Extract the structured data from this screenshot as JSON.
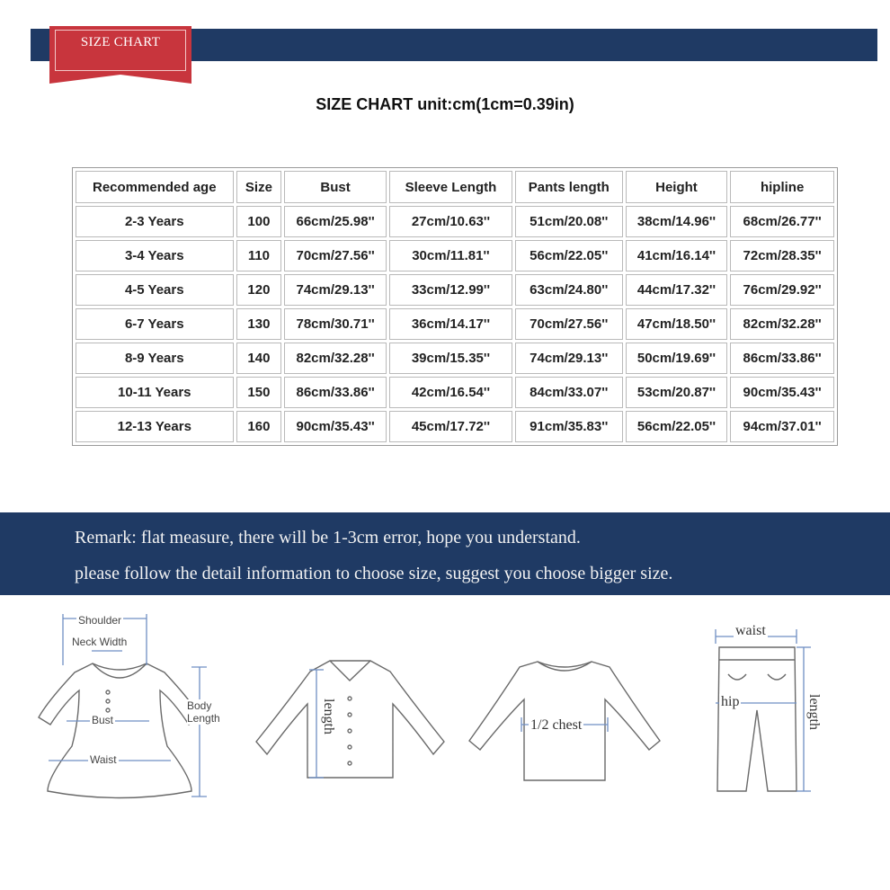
{
  "banner": {
    "ribbon_label": "SIZE CHART"
  },
  "title": "SIZE CHART unit:cm(1cm=0.39in)",
  "table": {
    "headers": [
      "Recommended age",
      "Size",
      "Bust",
      "Sleeve Length",
      "Pants length",
      "Height",
      "hipline"
    ],
    "rows": [
      [
        "2-3 Years",
        "100",
        "66cm/25.98''",
        "27cm/10.63''",
        "51cm/20.08''",
        "38cm/14.96''",
        "68cm/26.77''"
      ],
      [
        "3-4 Years",
        "110",
        "70cm/27.56''",
        "30cm/11.81''",
        "56cm/22.05''",
        "41cm/16.14''",
        "72cm/28.35''"
      ],
      [
        "4-5 Years",
        "120",
        "74cm/29.13''",
        "33cm/12.99''",
        "63cm/24.80''",
        "44cm/17.32''",
        "76cm/29.92''"
      ],
      [
        "6-7 Years",
        "130",
        "78cm/30.71''",
        "36cm/14.17''",
        "70cm/27.56''",
        "47cm/18.50''",
        "82cm/32.28''"
      ],
      [
        "8-9 Years",
        "140",
        "82cm/32.28''",
        "39cm/15.35''",
        "74cm/29.13''",
        "50cm/19.69''",
        "86cm/33.86''"
      ],
      [
        "10-11 Years",
        "150",
        "86cm/33.86''",
        "42cm/16.54''",
        "84cm/33.07''",
        "53cm/20.87''",
        "90cm/35.43''"
      ],
      [
        "12-13 Years",
        "160",
        "90cm/35.43''",
        "45cm/17.72''",
        "91cm/35.83''",
        "56cm/22.05''",
        "94cm/37.01''"
      ]
    ]
  },
  "remark": {
    "line1": "Remark: flat measure, there will be 1-3cm error, hope you understand.",
    "line2": "please follow the detail information to choose size, suggest you choose bigger size."
  },
  "diagrams": {
    "dress": {
      "shoulder": "Shoulder",
      "neck_width": "Neck Width",
      "bust": "Bust",
      "waist": "Waist",
      "body_length": "Body\nLength"
    },
    "shirt": {
      "length": "length"
    },
    "sweater": {
      "chest": "1/2 chest"
    },
    "pants": {
      "waist": "waist",
      "hip": "hip",
      "length": "length"
    }
  },
  "colors": {
    "navy": "#1f3a64",
    "ribbon_red": "#c8353d",
    "measure_blue": "#6f8fc4"
  }
}
